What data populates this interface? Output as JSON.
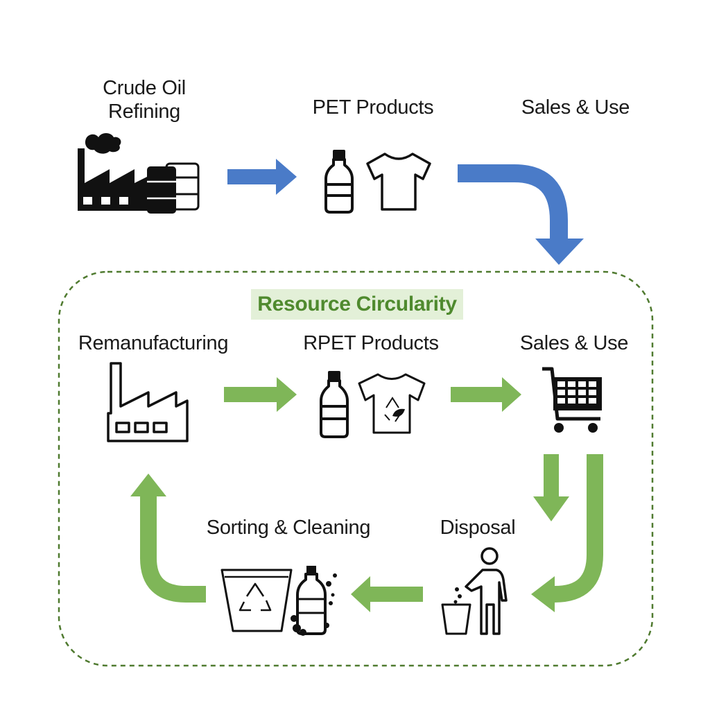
{
  "colors": {
    "primary_flow": "#4a7bc8",
    "circular_flow": "#7fb658",
    "boundary": "#4f7a2f",
    "icon": "#111111",
    "circularity_label": "#4f8a2e",
    "circularity_pill": "#e3f0d8"
  },
  "linear_stage": {
    "crude_oil_refining": {
      "line1": "Crude Oil",
      "line2": "Refining",
      "icons": [
        "refinery-icon",
        "oil-barrels-icon"
      ]
    },
    "pet_products": {
      "label": "PET Products",
      "icons": [
        "plastic-bottle-icon",
        "t-shirt-icon"
      ]
    },
    "sales_use": {
      "label": "Sales & Use"
    }
  },
  "circular_stage": {
    "title": "Resource Circularity",
    "remanufacturing": {
      "label": "Remanufacturing",
      "icons": [
        "factory-icon"
      ]
    },
    "rpet_products": {
      "label": "RPET Products",
      "icons": [
        "plastic-bottle-icon",
        "recycled-t-shirt-icon"
      ]
    },
    "sales_use": {
      "label": "Sales & Use",
      "icons": [
        "shopping-cart-icon"
      ]
    },
    "disposal": {
      "label": "Disposal",
      "icons": [
        "person-disposing-icon",
        "trash-bin-icon"
      ]
    },
    "sorting_cleaning": {
      "label": "Sorting & Cleaning",
      "icons": [
        "recycle-bin-icon",
        "dirty-bottle-icon"
      ]
    }
  }
}
